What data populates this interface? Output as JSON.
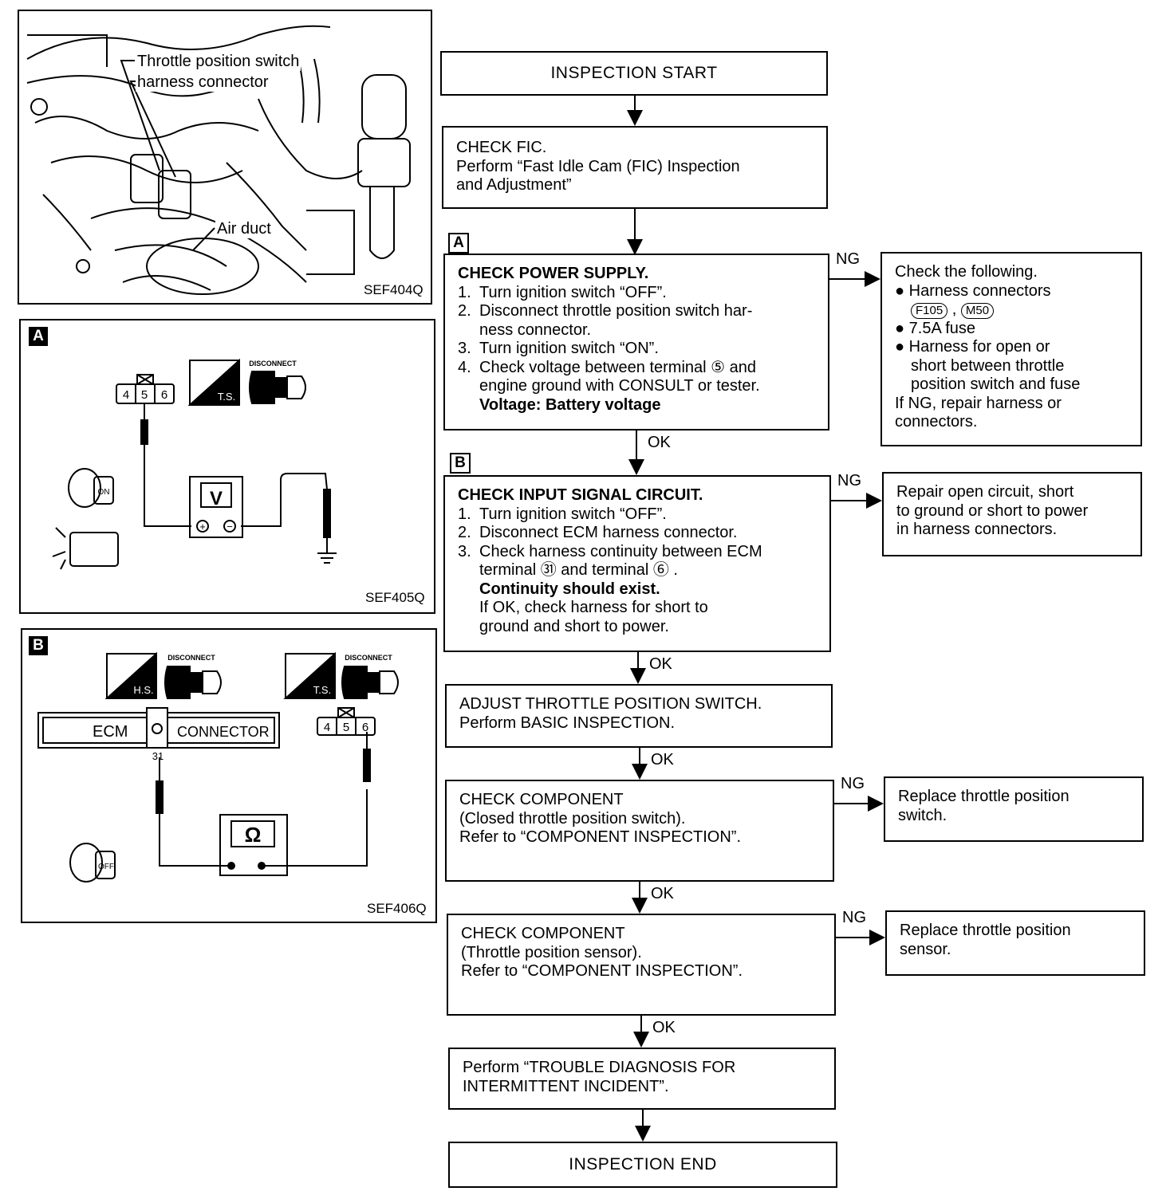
{
  "photo": {
    "label_switch_line1": "Throttle position switch",
    "label_switch_line2": "harness connector",
    "label_air_duct": "Air duct",
    "figure_code": "SEF404Q"
  },
  "panel_a": {
    "tag": "A",
    "connector_pins": [
      "4",
      "5",
      "6"
    ],
    "ts_label": "T.S.",
    "disconnect_label": "DISCONNECT",
    "ignition_label": "ON",
    "meter_label": "V",
    "plus": "+",
    "minus": "−",
    "figure_code": "SEF405Q"
  },
  "panel_b": {
    "tag": "B",
    "hs_label": "H.S.",
    "ts_label": "T.S.",
    "disconnect_label": "DISCONNECT",
    "ecm_label": "ECM",
    "connector_label": "CONNECTOR",
    "terminal_31": "31",
    "connector_pins": [
      "4",
      "5",
      "6"
    ],
    "meter_label": "Ω",
    "ignition_label": "OFF",
    "figure_code": "SEF406Q"
  },
  "flow": {
    "start": "INSPECTION START",
    "fic": {
      "line1": "CHECK FIC.",
      "line2": "Perform “Fast Idle Cam (FIC) Inspection",
      "line3": "and Adjustment”"
    },
    "power": {
      "tag": "A",
      "title": "CHECK POWER SUPPLY.",
      "steps": [
        {
          "n": "1.",
          "text": "Turn ignition switch “OFF”."
        },
        {
          "n": "2.",
          "text": "Disconnect throttle position switch har-"
        },
        {
          "n": "",
          "text": "ness connector."
        },
        {
          "n": "3.",
          "text": "Turn ignition switch “ON”."
        },
        {
          "n": "4.",
          "text": "Check voltage between terminal ⑤  and"
        },
        {
          "n": "",
          "text": "engine ground with CONSULT or tester."
        }
      ],
      "result": "Voltage: Battery voltage"
    },
    "power_ng": {
      "title": "Check the following.",
      "bullet1": "Harness connectors",
      "conn1": "F105",
      "conn2": "M50",
      "bullet2": "7.5A fuse",
      "bullet3_l1": "Harness for open or",
      "bullet3_l2": "short between throttle",
      "bullet3_l3": "position switch and fuse",
      "end1": "If NG, repair harness or",
      "end2": "connectors."
    },
    "input": {
      "tag": "B",
      "title": "CHECK INPUT SIGNAL CIRCUIT.",
      "steps": [
        {
          "n": "1.",
          "text": "Turn ignition switch “OFF”."
        },
        {
          "n": "2.",
          "text": "Disconnect ECM harness connector."
        },
        {
          "n": "3.",
          "text": "Check harness continuity between ECM"
        },
        {
          "n": "",
          "text": "terminal ㉛ and terminal ⑥ ."
        }
      ],
      "result": "Continuity should exist.",
      "after1": "If OK, check harness for short to",
      "after2": "ground and short to power."
    },
    "input_ng": {
      "line1": "Repair open circuit, short",
      "line2": "to ground or short to power",
      "line3": "in harness connectors."
    },
    "adjust": {
      "line1": "ADJUST THROTTLE POSITION SWITCH.",
      "line2": "Perform BASIC INSPECTION."
    },
    "comp1": {
      "line1": "CHECK COMPONENT",
      "line2": "(Closed throttle position switch).",
      "line3": "Refer to “COMPONENT INSPECTION”."
    },
    "comp1_ng": {
      "line1": "Replace throttle position",
      "line2": "switch."
    },
    "comp2": {
      "line1": "CHECK COMPONENT",
      "line2": "(Throttle position sensor).",
      "line3": "Refer to “COMPONENT INSPECTION”."
    },
    "comp2_ng": {
      "line1": "Replace throttle position",
      "line2": "sensor."
    },
    "intermittent": {
      "line1": "Perform “TROUBLE DIAGNOSIS FOR",
      "line2": "INTERMITTENT INCIDENT”."
    },
    "end": "INSPECTION END",
    "ok": "OK",
    "ng": "NG"
  }
}
